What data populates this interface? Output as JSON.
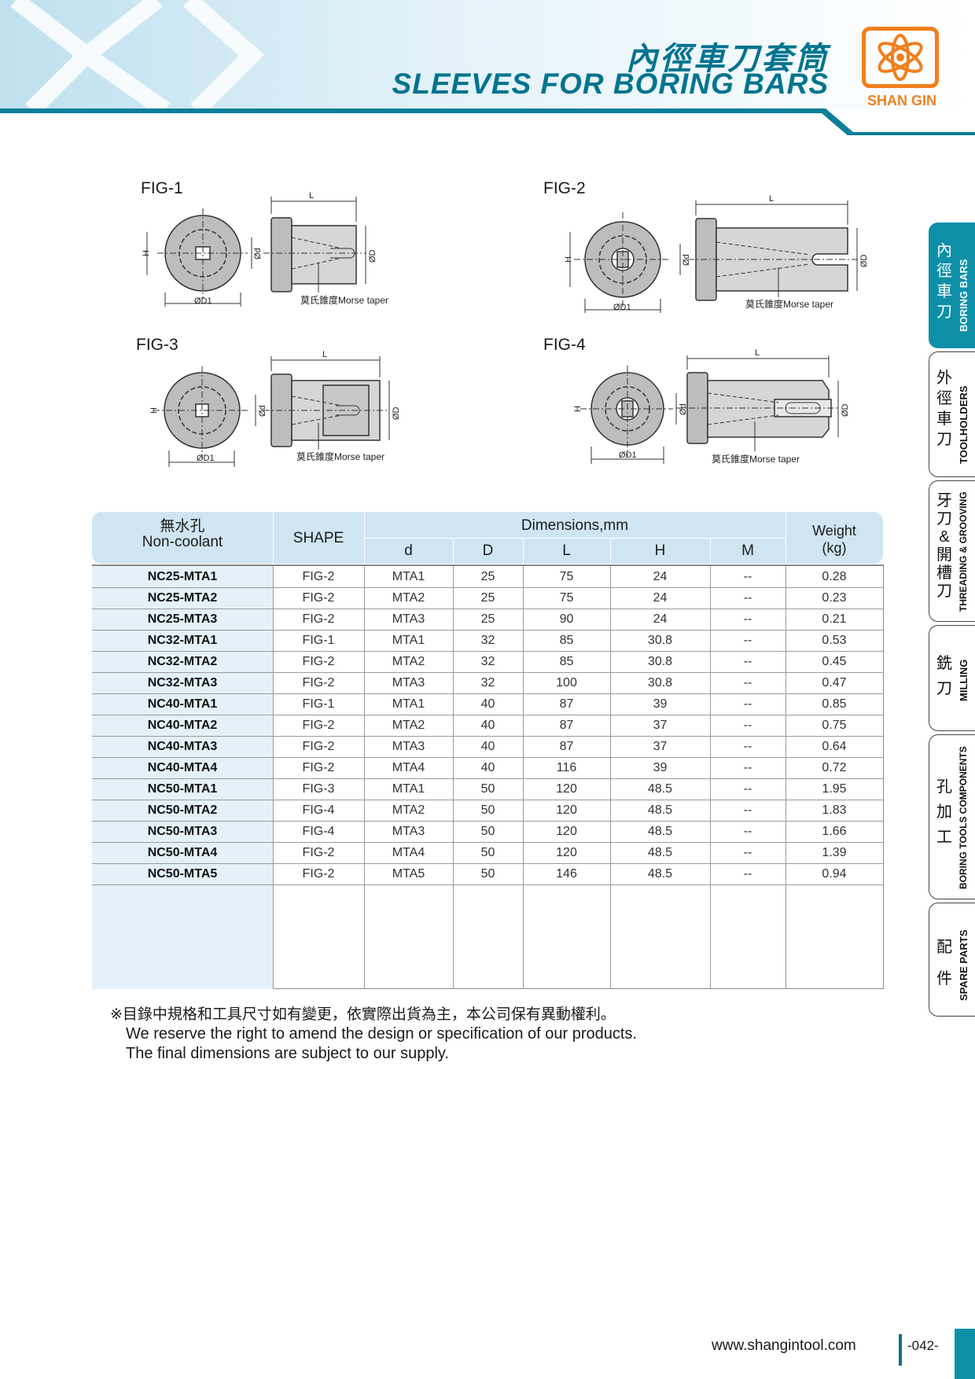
{
  "header": {
    "title_cn": "內徑車刀套筒",
    "title_en": "SLEEVES FOR BORING BARS",
    "brand": "SHAN GIN",
    "brand_color": "#f07f1d",
    "accent_color": "#00748f"
  },
  "figures": {
    "fig1": {
      "label": "FIG-1",
      "dim_L": "L",
      "dim_H": "H",
      "dim_d": "Ød",
      "dim_D": "ØD",
      "dim_D1": "ØD1",
      "taper": "莫氏錐度Morse taper"
    },
    "fig2": {
      "label": "FIG-2",
      "dim_L": "L",
      "dim_H": "H",
      "dim_d": "Ød",
      "dim_D": "ØD",
      "dim_D1": "ØD1",
      "taper": "莫氏錐度Morse taper"
    },
    "fig3": {
      "label": "FIG-3",
      "dim_L": "L",
      "dim_H": "H",
      "dim_d": "Ød",
      "dim_D": "ØD",
      "dim_D1": "ØD1",
      "taper": "莫氏錐度Morse taper"
    },
    "fig4": {
      "label": "FIG-4",
      "dim_L": "L",
      "dim_H": "H",
      "dim_d": "Ød",
      "dim_D": "ØD",
      "dim_D1": "ØD1",
      "taper": "莫氏錐度Morse taper"
    }
  },
  "table": {
    "head": {
      "model_cn": "無水孔",
      "model_en": "Non-coolant",
      "shape": "SHAPE",
      "dimensions": "Dimensions,mm",
      "d": "d",
      "D": "D",
      "L": "L",
      "H": "H",
      "M": "M",
      "weight": "Weight",
      "weight_unit": "(kg)"
    },
    "rows": [
      {
        "model": "NC25-MTA1",
        "shape": "FIG-2",
        "d": "MTA1",
        "D": "25",
        "L": "75",
        "H": "24",
        "M": "--",
        "w": "0.28"
      },
      {
        "model": "NC25-MTA2",
        "shape": "FIG-2",
        "d": "MTA2",
        "D": "25",
        "L": "75",
        "H": "24",
        "M": "--",
        "w": "0.23"
      },
      {
        "model": "NC25-MTA3",
        "shape": "FIG-2",
        "d": "MTA3",
        "D": "25",
        "L": "90",
        "H": "24",
        "M": "--",
        "w": "0.21"
      },
      {
        "model": "NC32-MTA1",
        "shape": "FIG-1",
        "d": "MTA1",
        "D": "32",
        "L": "85",
        "H": "30.8",
        "M": "--",
        "w": "0.53"
      },
      {
        "model": "NC32-MTA2",
        "shape": "FIG-2",
        "d": "MTA2",
        "D": "32",
        "L": "85",
        "H": "30.8",
        "M": "--",
        "w": "0.45"
      },
      {
        "model": "NC32-MTA3",
        "shape": "FIG-2",
        "d": "MTA3",
        "D": "32",
        "L": "100",
        "H": "30.8",
        "M": "--",
        "w": "0.47"
      },
      {
        "model": "NC40-MTA1",
        "shape": "FIG-1",
        "d": "MTA1",
        "D": "40",
        "L": "87",
        "H": "39",
        "M": "--",
        "w": "0.85"
      },
      {
        "model": "NC40-MTA2",
        "shape": "FIG-2",
        "d": "MTA2",
        "D": "40",
        "L": "87",
        "H": "37",
        "M": "--",
        "w": "0.75"
      },
      {
        "model": "NC40-MTA3",
        "shape": "FIG-2",
        "d": "MTA3",
        "D": "40",
        "L": "87",
        "H": "37",
        "M": "--",
        "w": "0.64"
      },
      {
        "model": "NC40-MTA4",
        "shape": "FIG-2",
        "d": "MTA4",
        "D": "40",
        "L": "116",
        "H": "39",
        "M": "--",
        "w": "0.72"
      },
      {
        "model": "NC50-MTA1",
        "shape": "FIG-3",
        "d": "MTA1",
        "D": "50",
        "L": "120",
        "H": "48.5",
        "M": "--",
        "w": "1.95"
      },
      {
        "model": "NC50-MTA2",
        "shape": "FIG-4",
        "d": "MTA2",
        "D": "50",
        "L": "120",
        "H": "48.5",
        "M": "--",
        "w": "1.83"
      },
      {
        "model": "NC50-MTA3",
        "shape": "FIG-4",
        "d": "MTA3",
        "D": "50",
        "L": "120",
        "H": "48.5",
        "M": "--",
        "w": "1.66"
      },
      {
        "model": "NC50-MTA4",
        "shape": "FIG-2",
        "d": "MTA4",
        "D": "50",
        "L": "120",
        "H": "48.5",
        "M": "--",
        "w": "1.39"
      },
      {
        "model": "NC50-MTA5",
        "shape": "FIG-2",
        "d": "MTA5",
        "D": "50",
        "L": "146",
        "H": "48.5",
        "M": "--",
        "w": "0.94"
      }
    ]
  },
  "notes": {
    "cn": "※目錄中規格和工具尺寸如有變更，依實際出貨為主，本公司保有異動權利。",
    "en1": "We reserve the right to amend the design or specification of our products.",
    "en2": "The final dimensions are subject to our supply."
  },
  "side_tabs": [
    {
      "cn": "內徑車刀",
      "en": "BORING BARS",
      "active": true
    },
    {
      "cn": "外徑車刀",
      "en": "TOOLHOLDERS",
      "active": false
    },
    {
      "cn": "牙刀&開槽刀",
      "en": "THREADING & GROOVING",
      "active": false
    },
    {
      "cn": "銑刀",
      "en": "MILLING",
      "active": false
    },
    {
      "cn": "孔加工",
      "en": "BORING TOOLS COMPONENTS",
      "active": false
    },
    {
      "cn": "配件",
      "en": "SPARE PARTS",
      "active": false
    }
  ],
  "footer": {
    "url": "www.shangintool.com",
    "page": "-042-"
  }
}
